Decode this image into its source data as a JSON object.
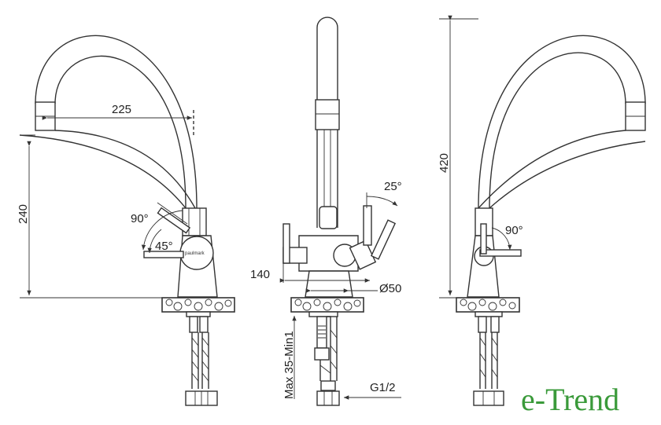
{
  "labels": {
    "spout_reach": "225",
    "height_left": "240",
    "rotation_90_left": "90°",
    "rotation_45": "45°",
    "brand_on_body": "paulmark",
    "base_140": "140",
    "angle_25": "25°",
    "diameter": "Ø50",
    "countertop_thickness": "Max 35-Min1",
    "thread": "G1/2",
    "total_height": "420",
    "rotation_90_right": "90°"
  },
  "watermark": {
    "text": "e-Trend",
    "color": "#3a9a3a"
  }
}
